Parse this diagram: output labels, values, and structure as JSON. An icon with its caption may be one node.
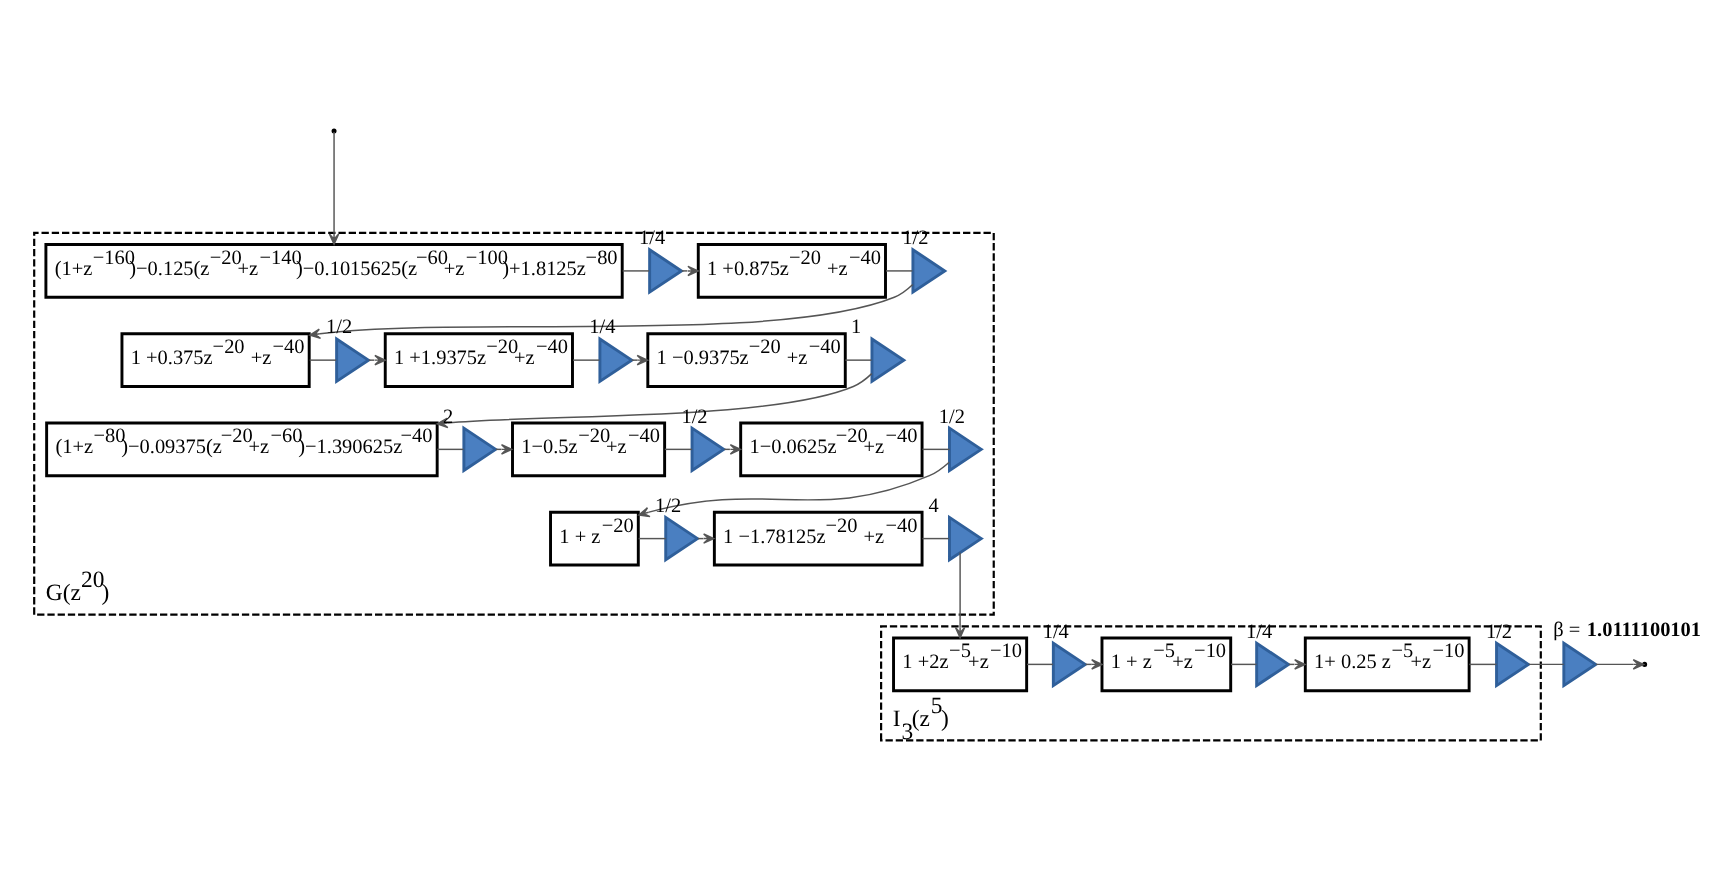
{
  "diagram": {
    "nodes": [
      {
        "text": [
          "G(z$^{20}$)"
        ]
      },
      {
        "text": [
          "(1+z$^{−160}$)−0.125(z$^{−20}$+z$^{−140}$)−0.1015625(z$^{−60}$+z$^{−100}$)+1.8125z$^{−80}$"
        ],
        "in": 0
      },
      {
        "text": [],
        "shape": "triangle",
        "beside": [
          "1/4"
        ],
        "in": 0
      },
      {
        "text": [
          "1 +0.875z$^{−20}$ +z$^{−40}$"
        ],
        "in": 0
      },
      {
        "text": [],
        "shape": "triangle",
        "beside": [
          "1/2"
        ],
        "in": 0
      },
      {
        "text": [
          "1 +0.375z$^{−20}$ +z$^{−40}$"
        ],
        "in": 0
      },
      {
        "text": [],
        "shape": "triangle",
        "beside": [
          "1/2"
        ],
        "in": 0
      },
      {
        "text": [
          "1 +1.9375z$^{−20}$+z$^{−40}$"
        ],
        "in": 0
      },
      {
        "text": [],
        "shape": "triangle",
        "beside": [
          "1/4"
        ],
        "in": 0
      },
      {
        "text": [
          "1 −0.9375z$^{−20}$ +z$^{−40}$"
        ],
        "in": 0
      },
      {
        "text": [],
        "shape": "triangle",
        "beside": [
          "1"
        ],
        "in": 0
      },
      {
        "text": [
          "(1+z$^{−80}$)−0.09375(z$^{−20}$+z$^{−60}$)−1.390625z$^{−40}$"
        ],
        "in": 0
      },
      {
        "text": [],
        "shape": "triangle",
        "beside": [
          "2"
        ],
        "in": 0
      },
      {
        "text": [
          "1−0.5z$^{−20}$+z$^{−40}$"
        ],
        "in": 0
      },
      {
        "text": [],
        "shape": "triangle",
        "beside": [
          "1/2"
        ],
        "in": 0
      },
      {
        "text": [
          "1−0.0625z$^{−20}$+z$^{−40}$"
        ],
        "in": 0
      },
      {
        "text": [],
        "shape": "triangle",
        "beside": [
          "1/2"
        ],
        "in": 0
      },
      {
        "text": [
          "1 + z$^{−20}$"
        ],
        "in": 0
      },
      {
        "text": [],
        "shape": "triangle",
        "beside": [
          "1/2"
        ],
        "in": 0
      },
      {
        "text": [
          "1 −1.78125z$^{−20}$ +z$^{−40}$"
        ],
        "in": 0
      },
      {
        "text": [],
        "shape": "triangle",
        "beside": [
          "4"
        ],
        "in": 0
      },
      {
        "text": [
          "I$_{3}$(z$^{5}$)"
        ]
      },
      {
        "text": [
          "1 +2z$^{−5}$+z$^{−10}$"
        ],
        "in": 21
      },
      {
        "text": [],
        "shape": "triangle",
        "beside": [
          "1/4"
        ],
        "in": 21
      },
      {
        "text": [
          "1 + z$^{−5}$+z$^{−10}$"
        ],
        "in": 21
      },
      {
        "text": [],
        "shape": "triangle",
        "beside": [
          "1/4"
        ],
        "in": 21
      },
      {
        "text": [
          "1+ 0.25 z$^{−5}$+z$^{−10}$"
        ],
        "in": 21
      },
      {
        "text": [],
        "shape": "triangle",
        "beside": [
          "1/2"
        ],
        "in": 21
      },
      {
        "text": [],
        "shape": "triangle",
        "beside": [
          "β = **1.0111100101**"
        ]
      }
    ],
    "edges": [
      {
        "from": null,
        "to": 1,
        "arrow": "to"
      },
      {
        "from": 1,
        "to": 2,
        "arrow": "none"
      },
      {
        "from": 2,
        "to": 3,
        "arrow": "to"
      },
      {
        "from": 3,
        "to": 4,
        "arrow": "none"
      },
      {
        "from": 4,
        "to": 5,
        "arrow": "to"
      },
      {
        "from": 5,
        "to": 6,
        "arrow": "none"
      },
      {
        "from": 6,
        "to": 7,
        "arrow": "to"
      },
      {
        "from": 7,
        "to": 8,
        "arrow": "none"
      },
      {
        "from": 8,
        "to": 9,
        "arrow": "to"
      },
      {
        "from": 9,
        "to": 10,
        "arrow": "none"
      },
      {
        "from": 10,
        "to": 11,
        "arrow": "to"
      },
      {
        "from": 11,
        "to": 12,
        "arrow": "none"
      },
      {
        "from": 12,
        "to": 13,
        "arrow": "to"
      },
      {
        "from": 13,
        "to": 14,
        "arrow": "none"
      },
      {
        "from": 14,
        "to": 15,
        "arrow": "to"
      },
      {
        "from": 15,
        "to": 16,
        "arrow": "none"
      },
      {
        "from": 16,
        "to": 17,
        "arrow": "to"
      },
      {
        "from": 17,
        "to": 18,
        "arrow": "none"
      },
      {
        "from": 18,
        "to": 19,
        "arrow": "to"
      },
      {
        "from": 19,
        "to": 20,
        "arrow": "none"
      },
      {
        "from": 20,
        "to": 22,
        "arrow": "to"
      },
      {
        "from": 22,
        "to": 23,
        "arrow": "none"
      },
      {
        "from": 23,
        "to": 24,
        "arrow": "to"
      },
      {
        "from": 24,
        "to": 25,
        "arrow": "none"
      },
      {
        "from": 25,
        "to": 26,
        "arrow": "to"
      },
      {
        "from": 26,
        "to": 27,
        "arrow": "none"
      },
      {
        "from": 27,
        "to": 28,
        "arrow": "none"
      },
      {
        "from": 28,
        "to": null,
        "arrow": "to"
      }
    ]
  }
}
